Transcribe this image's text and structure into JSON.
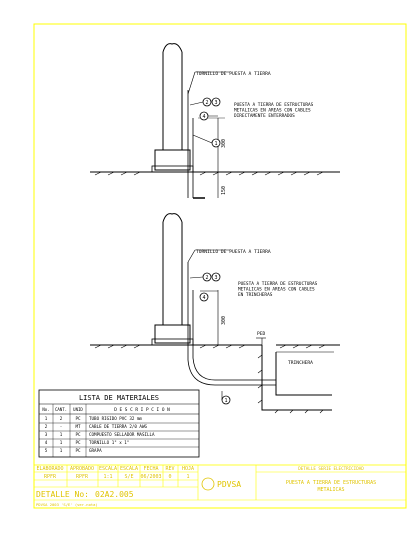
{
  "top_detail": {
    "callout_screw": "TORNILLO DE PUESTA A TIERRA",
    "callout_ground": "PUESTA A TIERRA DE ESTRUCTURAS\nMETALICAS EN AREAS CON CABLES\nDIRECTAMENTE ENTERRADOS",
    "dim_300": "300",
    "dim_150": "150",
    "bubbles": [
      "2",
      "3",
      "4",
      "1"
    ]
  },
  "bottom_detail": {
    "callout_screw": "TORNILLO DE PUESTA A TIERRA",
    "callout_ground": "PUESTA A TIERRA DE ESTRUCTURAS\nMETALICAS EN AREAS CON CABLES\nEN TRINCHERAS",
    "dim_300": "300",
    "label_ped": "PED",
    "label_trench": "TRINCHERA",
    "bubbles": [
      "2",
      "3",
      "4",
      "1"
    ]
  },
  "materials": {
    "title": "LISTA DE MATERIALES",
    "headers": [
      "No.",
      "CANT.",
      "UNID",
      "D E S C R I P C I O N"
    ],
    "rows": [
      [
        "1",
        "2",
        "PC",
        "TUBO RIGIDO PVC 32 mm"
      ],
      [
        "2",
        "-",
        "MT",
        "CABLE DE TIERRA  2/0 AWG"
      ],
      [
        "3",
        "1",
        "PC",
        "COMPUESTO SELLADOR MASILLA"
      ],
      [
        "4",
        "1",
        "PC",
        "TORNILLO 1\" x 1\""
      ],
      [
        "5",
        "1",
        "PC",
        "GRAPA"
      ]
    ]
  },
  "title_block": {
    "col_headers": [
      "ELABORADO",
      "APROBADO",
      "ESCALA",
      "ESCALA",
      "FECHA",
      "REV",
      "HOJA"
    ],
    "col_values": [
      "RPFR",
      "RPFR",
      "1:1",
      "S/E",
      "06/2003",
      "0",
      "1"
    ],
    "detail_label": "DETALLE No:",
    "detail_number": "02A2.005",
    "brand": "PDVSA",
    "series": "DETALLE SERIE ELECTRICIDAD",
    "description": "PUESTA A TIERRA DE ESTRUCTURAS\nMETALICAS",
    "footer": "PDVSA 2003  'S/E' (ver.nota)"
  }
}
